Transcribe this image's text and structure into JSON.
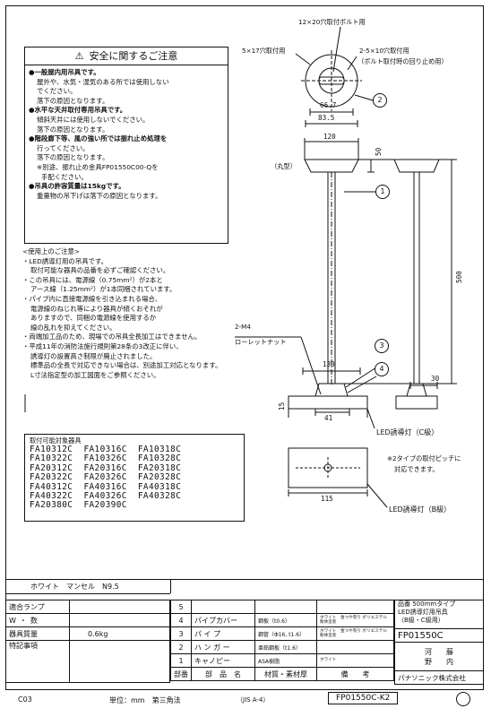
{
  "safety": {
    "title": "安全に関するご注意",
    "lines": [
      {
        "t": "●一般屋内用吊具です。",
        "c": "b"
      },
      {
        "t": "屋外や、水気・湿気のある所では使用しない",
        "c": "ind"
      },
      {
        "t": "でください。",
        "c": "ind"
      },
      {
        "t": "落下の原因となります。",
        "c": "ind"
      },
      {
        "t": "●水平な天井取付専用吊具です。",
        "c": "b"
      },
      {
        "t": "傾斜天井には使用しないでください。",
        "c": "ind"
      },
      {
        "t": "落下の原因となります。",
        "c": "ind"
      },
      {
        "t": "●階段廊下等、風の強い所では振れ止め処理を",
        "c": "b"
      },
      {
        "t": "行ってください。",
        "c": "ind"
      },
      {
        "t": "落下の原因となります。",
        "c": "ind"
      },
      {
        "t": "※別途、振れ止め金具FP01550C00-Qを",
        "c": "ind"
      },
      {
        "t": "手配ください。",
        "c": "ind2"
      },
      {
        "t": "●吊具の許容質量は15kgです。",
        "c": "b"
      },
      {
        "t": "重量物の吊下げは落下の原因となります。",
        "c": "ind"
      }
    ]
  },
  "usage_notes": {
    "title": "<使用上のご注意>",
    "lines": [
      {
        "t": "・LED誘導灯用の吊具です。",
        "c": ""
      },
      {
        "t": "取付可能な器具の品番を必ずご確認ください。",
        "c": "ind"
      },
      {
        "t": "・この吊具には、電源線（0.75mm²）が2本と",
        "c": ""
      },
      {
        "t": "アース線（1.25mm²）が1本同梱されています。",
        "c": "ind"
      },
      {
        "t": "・パイプ内に直接電源線を引き込まれる場合、",
        "c": ""
      },
      {
        "t": "電源線のねじれ等により器具が傾くおそれが",
        "c": "ind"
      },
      {
        "t": "ありますので、同梱の電源線を使用するか",
        "c": "ind"
      },
      {
        "t": "線の乱れを抑えてください。",
        "c": "ind"
      },
      {
        "t": "・両端加工品のため、現場での吊具全長加工はできません。",
        "c": ""
      },
      {
        "t": "・平成11年の消防法施行規則第28条の3改正に伴い、",
        "c": ""
      },
      {
        "t": "誘導灯の設置高さ制限が廃止されました。",
        "c": "ind"
      },
      {
        "t": "標準品の全長で対応できない場合は、別途加工対応となります。",
        "c": "ind"
      },
      {
        "t": "L寸法指定型の加工図面をご参照ください。",
        "c": "ind"
      }
    ]
  },
  "models": {
    "title": "取付可能対象器具",
    "rows": [
      "FA10312C  FA10316C  FA10318C",
      "FA10322C  FA10326C  FA10328C",
      "FA20312C  FA20316C  FA20318C",
      "FA20322C  FA20326C  FA20328C",
      "FA40312C  FA40316C  FA40318C",
      "FA40322C  FA40326C  FA40328C",
      "FA20380C  FA20390C"
    ]
  },
  "drawing": {
    "lbl_bolt": "12×20穴取付ボルト用",
    "lbl_5x17": "5×17穴取付用",
    "lbl_2_5x10": "2-5×10穴取付用",
    "lbl_bolt_note": "（ボルト取付時の回り止め用）",
    "dim_667": "66.7",
    "dim_835": "83.5",
    "dim_120": "120",
    "dim_50": "50",
    "lbl_round": "（丸型）",
    "dim_500": "500",
    "lbl_m4": "2-M4",
    "lbl_knurl": "ローレットナット",
    "dim_130": "130",
    "dim_30": "30",
    "dim_15": "15",
    "dim_41": "41",
    "lbl_c_class": "LED誘導灯（C級）",
    "lbl_note2a": "※2タイプの取付ピッチに",
    "lbl_note2b": "対応できます。",
    "dim_115": "115",
    "lbl_b_class": "LED誘導灯（B級）",
    "c1": "1",
    "c2": "2",
    "c3": "3",
    "c4": "4"
  },
  "title_block": {
    "color_label": "ホワイト　マンセル　N9.5",
    "lamp_label": "適合ランプ",
    "w_label": "W・数",
    "mass_label": "器具質量",
    "mass_value": "0.6kg",
    "special_label": "特記事項",
    "parts": [
      {
        "no": "5",
        "name": "",
        "mat": "",
        "note": ""
      },
      {
        "no": "4",
        "name": "パイプカバー",
        "mat": "鋼板（t0.6）",
        "note": "ホワイト　金つや有り ポリエステル粉体塗装"
      },
      {
        "no": "3",
        "name": "パ イ プ",
        "mat": "鋼管（Φ16, t1.6）",
        "note": "ホワイト　金つや有り ポリエステル粉体塗装"
      },
      {
        "no": "2",
        "name": "ハ ン ガ ー",
        "mat": "亜鉛鋼板（t1.6）",
        "note": ""
      },
      {
        "no": "1",
        "name": "キャノピー",
        "mat": "ASA樹脂",
        "note": "ホワイト"
      }
    ],
    "header": {
      "no": "部番",
      "name": "部　品　名",
      "mat": "材質・素材厚",
      "note": "備　　考"
    },
    "product_type": "品番 500mmタイプ",
    "product_desc1": "LED誘導灯用吊具",
    "product_desc2": "（B級・C級用）",
    "product_no": "FP01550C",
    "approver1": "河　　藤",
    "approver2": "野　　内",
    "company": "パナソニック株式会社"
  },
  "footer": {
    "code": "C03",
    "unit": "単位：mm　第三角法",
    "paper": "（JIS A-4）",
    "drawing_no": "FP01550C-K2"
  }
}
